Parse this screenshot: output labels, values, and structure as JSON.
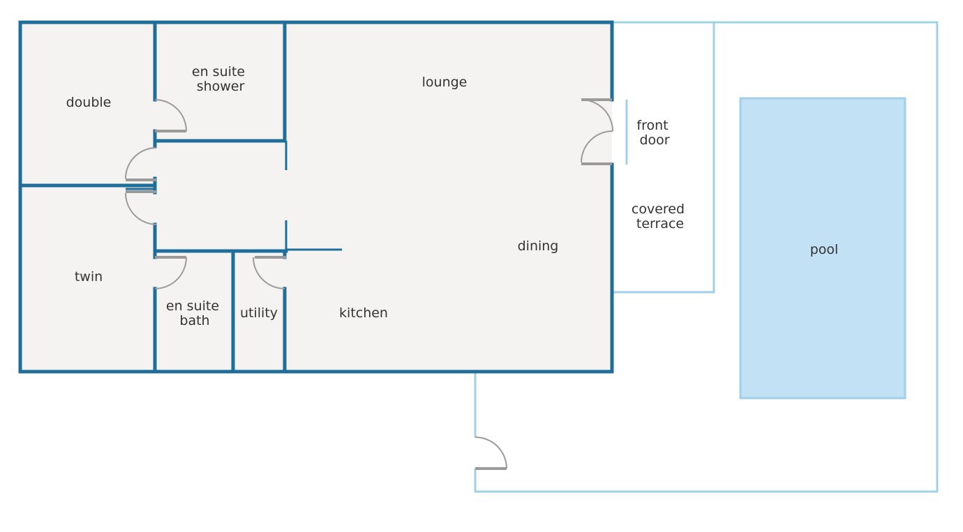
{
  "floor_plan": {
    "colors": {
      "interior_fill": "#f4f3f2",
      "wall": "#1f6e9a",
      "outdoor_line": "#9fd0e8",
      "pool_fill": "#c2e1f5",
      "pool_stroke": "#9fd0e8",
      "door": "#9a9a9a"
    },
    "rooms": {
      "double": [
        "double"
      ],
      "en_suite_shower": [
        "en suite",
        "shower"
      ],
      "lounge": [
        "lounge"
      ],
      "front_door": [
        "front",
        "door"
      ],
      "covered_terrace": [
        "covered",
        "terrace"
      ],
      "pool": [
        "pool"
      ],
      "dining": [
        "dining"
      ],
      "twin": [
        "twin"
      ],
      "en_suite_bath": [
        "en suite",
        "bath"
      ],
      "utility": [
        "utility"
      ],
      "kitchen": [
        "kitchen"
      ]
    }
  }
}
